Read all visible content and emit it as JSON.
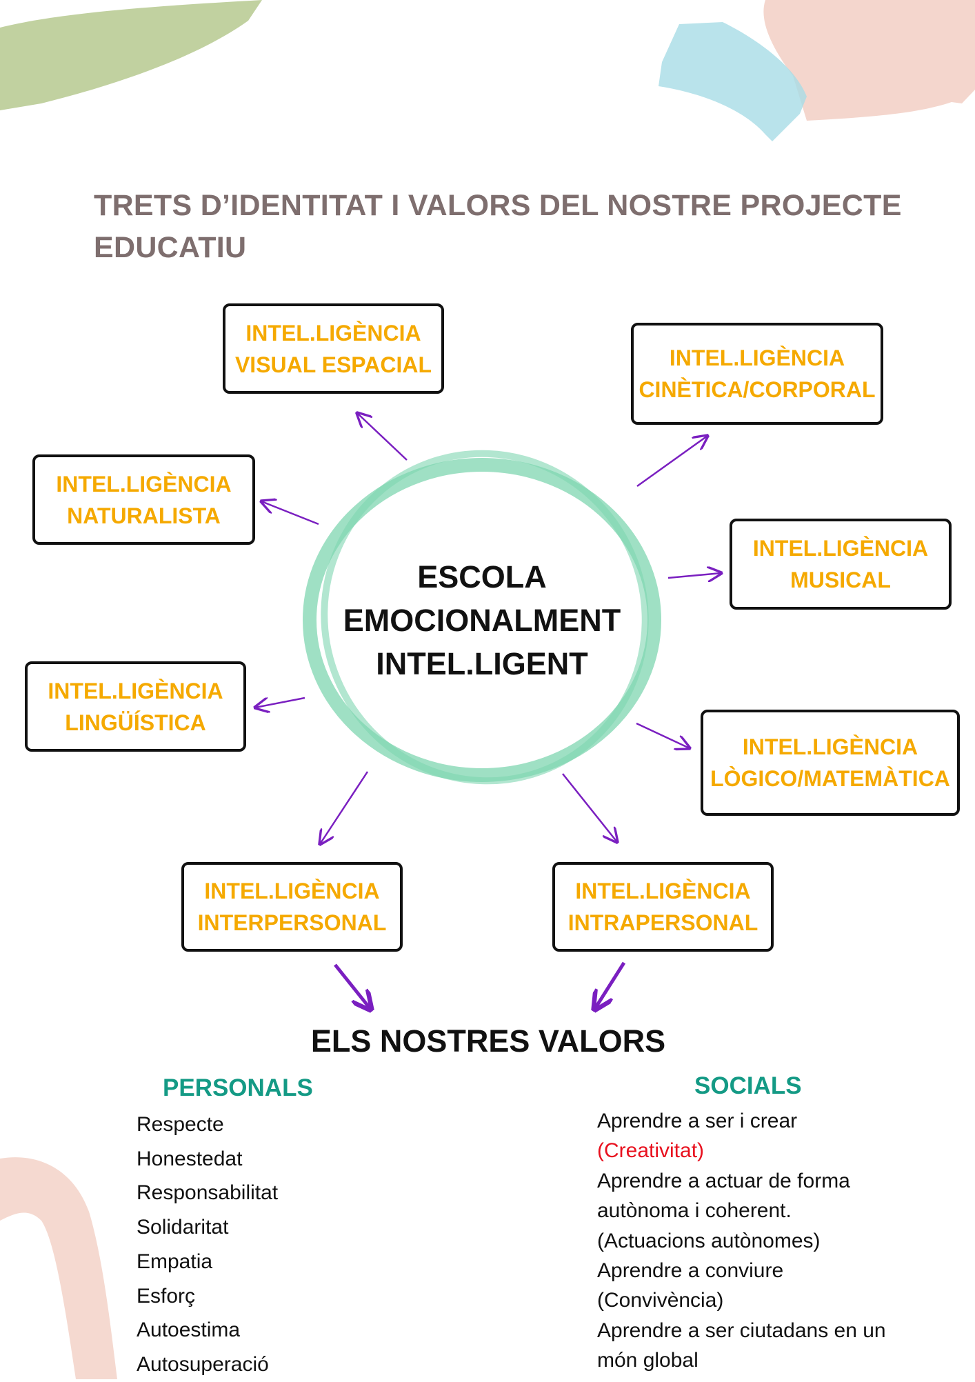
{
  "title": {
    "line1": "TRETS D’IDENTITAT I VALORS DEL NOSTRE PROJECTE",
    "line2": "EDUCATIU"
  },
  "center": {
    "line1": "ESCOLA",
    "line2": "EMOCIONALMENT",
    "line3": "INTEL.LIGENT"
  },
  "intelligences": [
    {
      "line1": "INTEL.LIGÈNCIA",
      "line2": "VISUAL ESPACIAL"
    },
    {
      "line1": "INTEL.LIGÈNCIA",
      "line2": "CINÈTICA/CORPORAL"
    },
    {
      "line1": "INTEL.LIGÈNCIA",
      "line2": "NATURALISTA"
    },
    {
      "line1": "INTEL.LIGÈNCIA",
      "line2": "MUSICAL"
    },
    {
      "line1": "INTEL.LIGÈNCIA",
      "line2": "LINGÜÍSTICA"
    },
    {
      "line1": "INTEL.LIGÈNCIA",
      "line2": "LÒGICO/MATEMÀTICA"
    },
    {
      "line1": "INTEL.LIGÈNCIA",
      "line2": "INTERPERSONAL"
    },
    {
      "line1": "INTEL.LIGÈNCIA",
      "line2": "INTRAPERSONAL"
    }
  ],
  "values": {
    "heading": "ELS NOSTRES VALORS",
    "personal": {
      "heading": "PERSONALS",
      "items": [
        "Respecte",
        "Honestedat",
        "Responsabilitat",
        "Solidaritat",
        "Empatia",
        "Esforç",
        "Autoestima",
        "Autosuperació"
      ]
    },
    "social": {
      "heading": "SOCIALS",
      "lines": [
        "Aprendre a ser i crear",
        "(Creativitat)",
        "Aprendre a actuar de forma",
        "autònoma i coherent.",
        "(Actuacions autònomes)",
        "Aprendre a conviure",
        "(Convivència)",
        "Aprendre a ser ciutadans en un",
        "món global"
      ]
    }
  },
  "colors": {
    "title": "#7e6e6e",
    "box_text": "#f5a900",
    "arrow": "#7a1fc0",
    "circle": "#7fd6b0",
    "section": "#149a85",
    "highlight": "#e8101e"
  }
}
